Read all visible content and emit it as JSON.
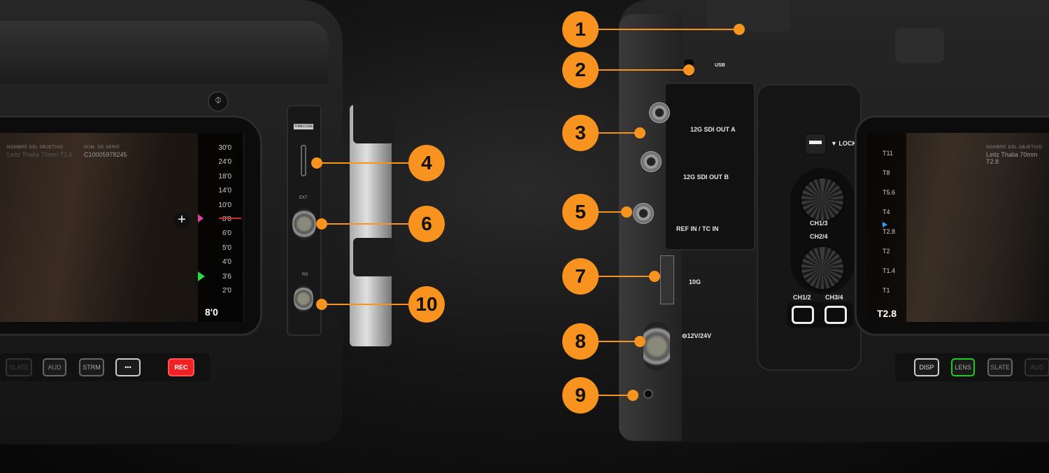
{
  "accent_color": "#f7931e",
  "left_camera": {
    "lens_name_label": "NOMBRE DEL OBJETIVO",
    "lens_name": "Leitz Thalia 70mm T2.6",
    "serial_label": "NÚM. DE SERIE",
    "serial": "C10005978245",
    "distance_ticks": [
      "30'0",
      "24'0",
      "18'0",
      "14'0",
      "10'0",
      "8'0",
      "6'0",
      "5'0",
      "4'0",
      "3'6",
      "2'0"
    ],
    "distance_readout": "8'0",
    "port_labels": {
      "timecode": "TIMECODE",
      "ext": "EXT",
      "rs": "RS"
    },
    "buttons": [
      "SLATE",
      "AUD",
      "STRM",
      "•••",
      "REC"
    ]
  },
  "right_camera": {
    "port_labels": {
      "usb": "USB",
      "sdi_a": "12G SDI OUT A",
      "sdi_b": "12G SDI OUT B",
      "ref": "REF IN / TC IN",
      "tenG": "10G",
      "power": "⊖12V/24V"
    },
    "lock_label": "▼ LOCK",
    "knob_labels": [
      "CH1/3",
      "CH2/4"
    ],
    "channel_buttons": [
      "CH1/2",
      "CH3/4"
    ],
    "lens_name_label": "NOMBRE DEL OBJETIVO",
    "lens_name": "Leitz Thalia 70mm T2.8",
    "iris_ticks": [
      "T11",
      "T8",
      "T5.6",
      "T4",
      "T2.8",
      "T2",
      "T1.4",
      "T1"
    ],
    "iris_readout": "T2.8",
    "buttons": [
      "DISP",
      "LENS",
      "SLATE",
      "AUD"
    ]
  },
  "callouts": [
    "1",
    "2",
    "3",
    "4",
    "5",
    "6",
    "7",
    "8",
    "9",
    "10"
  ]
}
